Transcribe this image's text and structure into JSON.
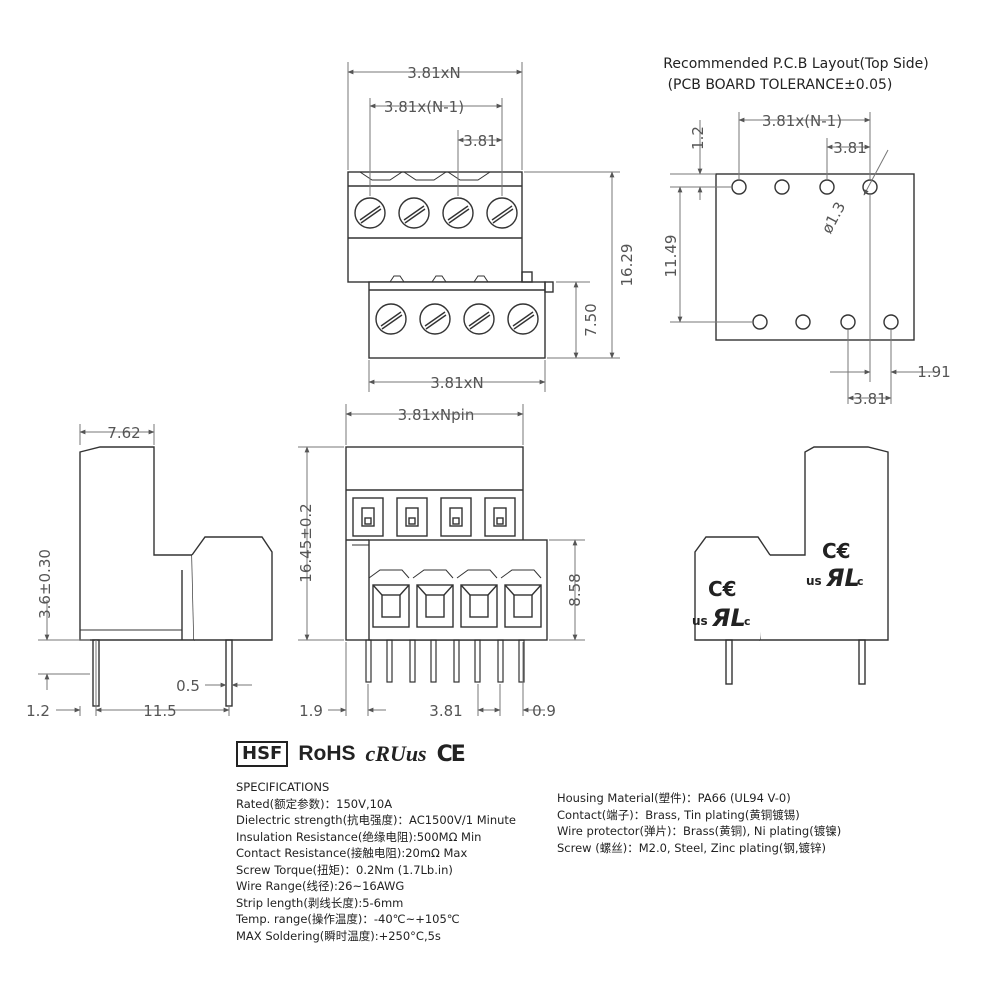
{
  "pcb_layout": {
    "title": "Recommended P.C.B Layout(Top Side)",
    "subtitle": "(PCB BOARD TOLERANCE±0.05)",
    "dims": {
      "pitch_n1": "3.81x(N-1)",
      "pitch": "3.81",
      "edge": "1.2",
      "height": "11.49",
      "hole": "ø1.3",
      "offset": "1.91",
      "pitch_bottom": "3.81"
    }
  },
  "top_view": {
    "dims": {
      "total": "3.81xN",
      "pitch_n1": "3.81x(N-1)",
      "pitch": "3.81",
      "height": "16.29",
      "lower": "7.50",
      "bottom": "3.81xN"
    }
  },
  "side_view": {
    "dims": {
      "top": "7.62",
      "pin_len": "3.6±0.30",
      "pin_w": "0.5",
      "left": "1.2",
      "span": "11.5"
    }
  },
  "front_view": {
    "dims": {
      "top": "3.81xNpin",
      "height": "16.45±0.2",
      "lower": "8.58",
      "left": "1.9",
      "pitch": "3.81",
      "right": "0.9"
    }
  },
  "cert": {
    "hsf": "HSF",
    "rohs": "RoHS",
    "ul": "cRUus",
    "ce": "CE"
  },
  "specs_left": {
    "title": "SPECIFICATIONS",
    "lines": [
      "Rated(额定参数)：150V,10A",
      "Dielectric strength(抗电强度)：AC1500V/1 Minute",
      "Insulation Resistance(绝缘电阻):500MΩ Min",
      "Contact Resistance(接触电阻):20mΩ Max",
      "Screw Torque(扭矩)：0.2Nm (1.7Lb.in)",
      "Wire Range(线径):26~16AWG",
      "Strip length(剥线长度):5-6mm",
      "Temp. range(操作温度)：-40℃~+105℃",
      "MAX Soldering(瞬时温度):+250°C,5s"
    ]
  },
  "specs_right": {
    "lines": [
      "Housing Material(塑件)：PA66 (UL94 V-0)",
      "Contact(端子)：Brass, Tin plating(黄铜镀锡)",
      "Wire protector(弹片)：Brass(黄铜), Ni plating(镀镍)",
      "Screw (螺丝)：M2.0, Steel, Zinc plating(钢,镀锌)"
    ]
  }
}
